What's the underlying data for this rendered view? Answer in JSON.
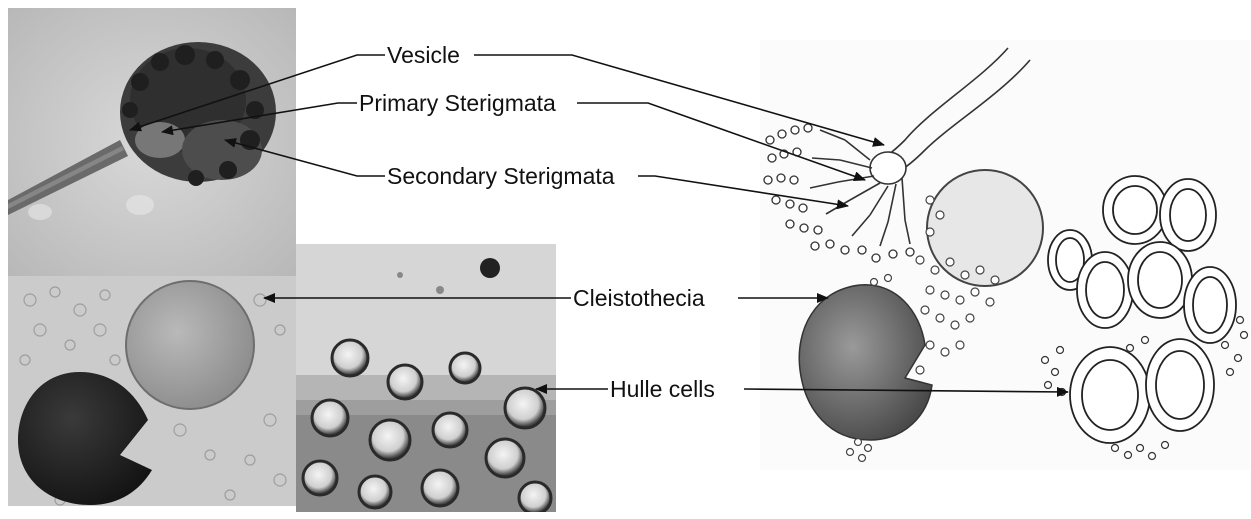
{
  "labels": {
    "vesicle": "Vesicle",
    "primary_sterigmata": "Primary Sterigmata",
    "secondary_sterigmata": "Secondary Sterigmata",
    "cleistothecia": "Cleistothecia",
    "hulle_cells": "Hulle cells"
  },
  "colors": {
    "background": "#ffffff",
    "arrow": "#111111",
    "photo_grey": "#c9c9c9",
    "dark_cleistothecium": "#2b2b2b",
    "sketch_line": "#333333"
  }
}
